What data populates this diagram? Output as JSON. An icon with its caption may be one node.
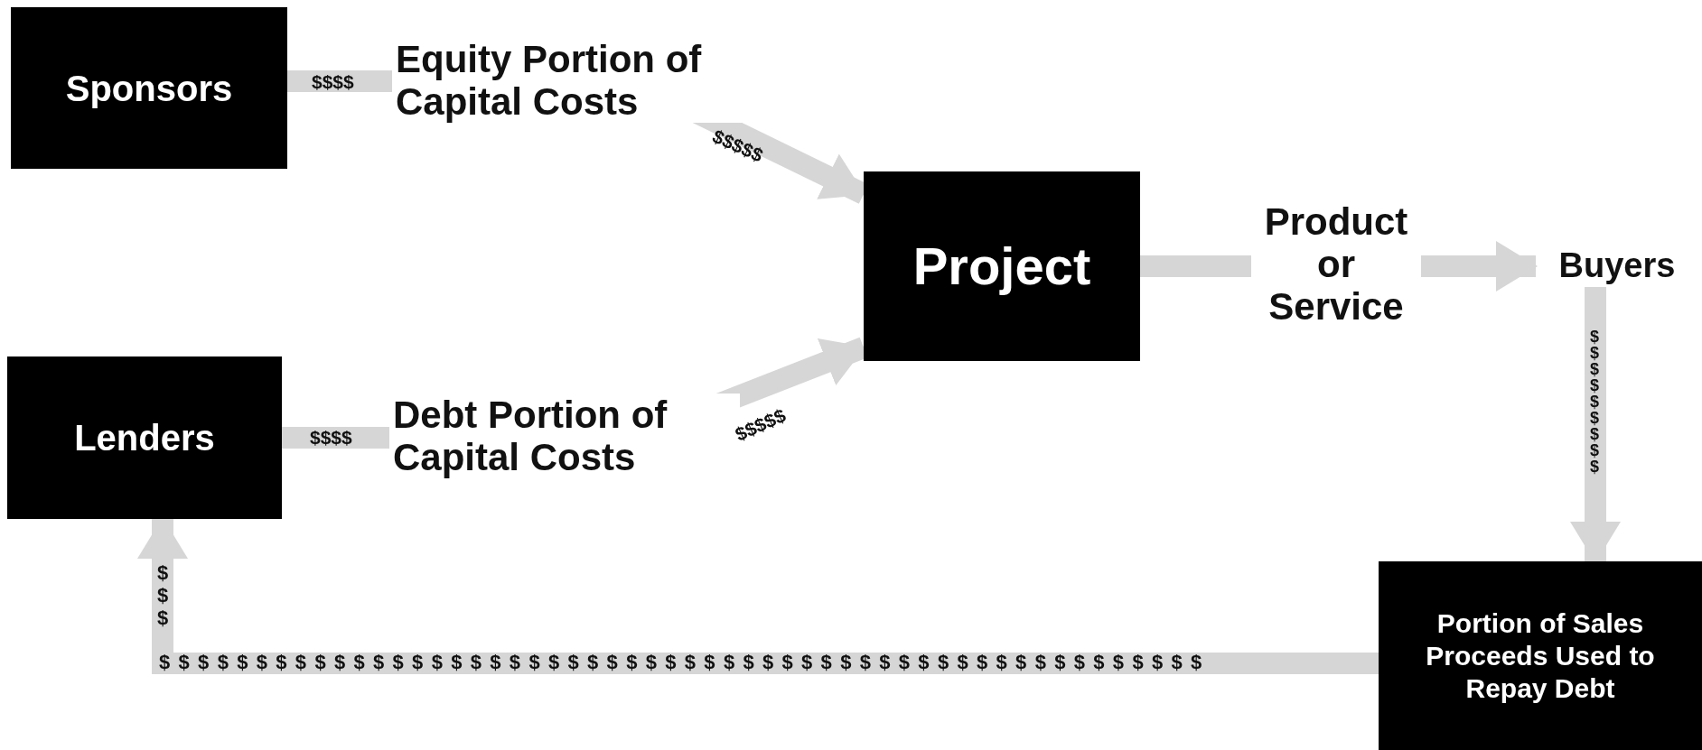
{
  "diagram": {
    "nodes": [
      {
        "text": [
          "Sponsors"
        ]
      },
      {
        "text": [
          "Project"
        ]
      },
      {
        "text": [
          "Lenders"
        ]
      },
      {
        "text": [
          "Buyers"
        ]
      },
      {
        "text": [
          "Portion of Sales Proceeds Used to Repay Debt"
        ]
      }
    ],
    "edges": [
      {
        "from": 0,
        "to": 1,
        "arrow": "to",
        "label": "Equity Portion of Capital Costs"
      },
      {
        "from": 2,
        "to": 1,
        "arrow": "to",
        "label": "Debt Portion of Capital Costs"
      },
      {
        "from": 1,
        "to": 3,
        "arrow": "to",
        "label": "Product or Service"
      },
      {
        "from": 3,
        "to": 4,
        "arrow": "to"
      },
      {
        "from": 4,
        "to": 2,
        "arrow": "to"
      }
    ],
    "labels": [
      "$$$$",
      "$$$$$",
      "$$$$",
      "$$$$$",
      "$$$$$$$$$",
      "$$$",
      "$ $ $ $ $ $ $ $ $ $ $ $ $ $ $ $ $ $ $ $ $ $ $ $ $ $ $ $ $ $ $ $ $ $ $ $ $ $ $ $ $ $ $ $ $ $ $ $ $ $ $ $ $ $"
    ]
  }
}
